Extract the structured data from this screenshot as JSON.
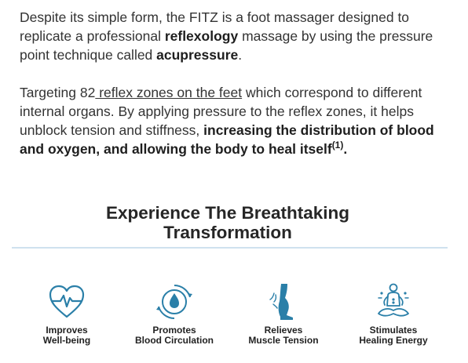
{
  "intro": {
    "t1": "Despite its simple form, the FITZ is a foot massager designed to replicate a professional ",
    "b1": "reflexology",
    "t2": " massage by using the pressure point technique called ",
    "b2": "acupressure",
    "t3": "."
  },
  "para2": {
    "t1": "Targeting 82",
    "link": " reflex zones on the feet",
    "t2": " which correspond to different internal organs. By applying pressure to the reflex zones, it helps unblock tension and stiffness, ",
    "bold": "increasing the distribution of blood and oxygen, and allowing the body to heal itself",
    "sup": "(1)",
    "end": "."
  },
  "heading": {
    "line1": "Experience The Breathtaking",
    "line2": "Transformation"
  },
  "benefits": [
    {
      "icon": "heart-pulse-icon",
      "line1": "Improves",
      "line2": "Well-being"
    },
    {
      "icon": "blood-drop-icon",
      "line1": "Promotes",
      "line2": "Blood Circulation"
    },
    {
      "icon": "leg-muscle-icon",
      "line1": "Relieves",
      "line2": "Muscle Tension"
    },
    {
      "icon": "meditation-icon",
      "line1": "Stimulates",
      "line2": "Healing Energy"
    }
  ],
  "colors": {
    "icon_stroke": "#2a7fa8",
    "icon_fill": "#2a7fa8",
    "divider": "#cfe1ef"
  }
}
